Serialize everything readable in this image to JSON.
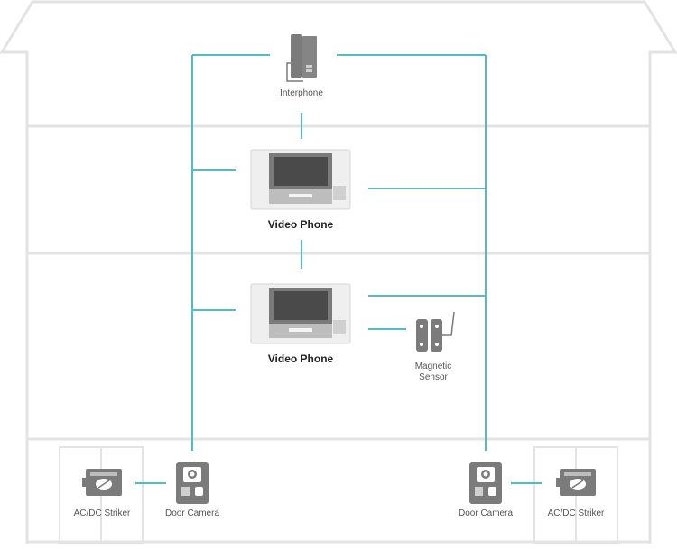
{
  "colors": {
    "wire": "#52bcc5",
    "house": "#e3e3e3",
    "device": "#7b7b7b",
    "screen": "#4a4a4a"
  },
  "devices": {
    "interphone": {
      "label": "Interphone",
      "icon": "interphone-icon"
    },
    "video_phone_top": {
      "label": "Video Phone",
      "icon": "video-phone-icon"
    },
    "video_phone_bottom": {
      "label": "Video Phone",
      "icon": "video-phone-icon"
    },
    "magnetic_sensor": {
      "label_line1": "Magnetic",
      "label_line2": "Sensor",
      "icon": "magnetic-sensor-icon"
    },
    "door_camera_left": {
      "label": "Door Camera",
      "icon": "door-camera-icon"
    },
    "door_camera_right": {
      "label": "Door Camera",
      "icon": "door-camera-icon"
    },
    "striker_left": {
      "label": "AC/DC Striker",
      "icon": "striker-icon"
    },
    "striker_right": {
      "label": "AC/DC Striker",
      "icon": "striker-icon"
    }
  }
}
